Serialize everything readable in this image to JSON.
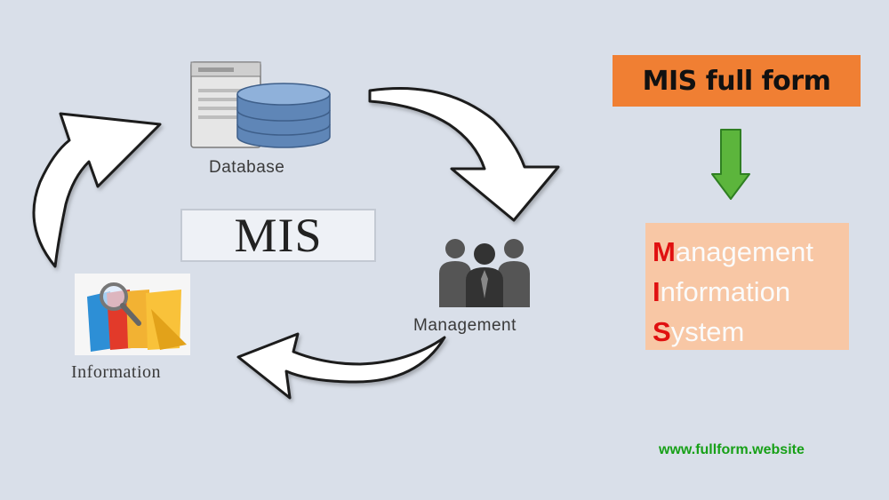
{
  "diagram": {
    "nodes": {
      "database": "Database",
      "management": "Management",
      "information": "Information"
    },
    "center_label": "MIS"
  },
  "panel": {
    "title": "MIS full form",
    "expansion": [
      {
        "initial": "M",
        "rest": "anagement"
      },
      {
        "initial": "I",
        "rest": "nformation"
      },
      {
        "initial": "S",
        "rest": "ystem"
      }
    ],
    "website": "www.fullform.website"
  },
  "colors": {
    "background": "#d9dfe9",
    "title_box": "#f07f33",
    "expansion_box": "#f8c7a5",
    "initial_letter": "#e01010",
    "down_arrow": "#5cb53c",
    "website_text": "#17a017"
  }
}
